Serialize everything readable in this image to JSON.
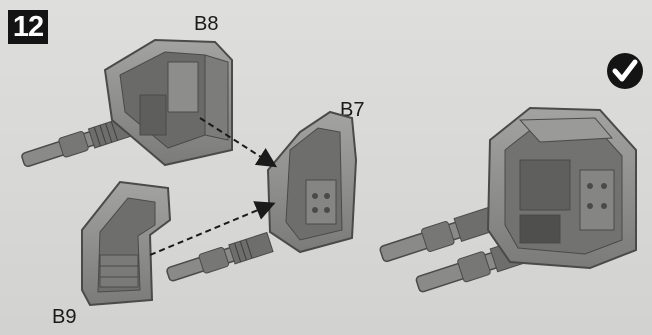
{
  "step": {
    "number": "12"
  },
  "parts": {
    "b8": "B8",
    "b7": "B7",
    "b9": "B9"
  },
  "icons": {
    "completion": "checkmark-icon",
    "assembly_arrow": "dashed-arrow-icon"
  },
  "colors": {
    "background": "#d9d9d7",
    "part_fill": "#8f8f8d",
    "part_dark": "#5e5e5c",
    "badge": "#141414"
  }
}
